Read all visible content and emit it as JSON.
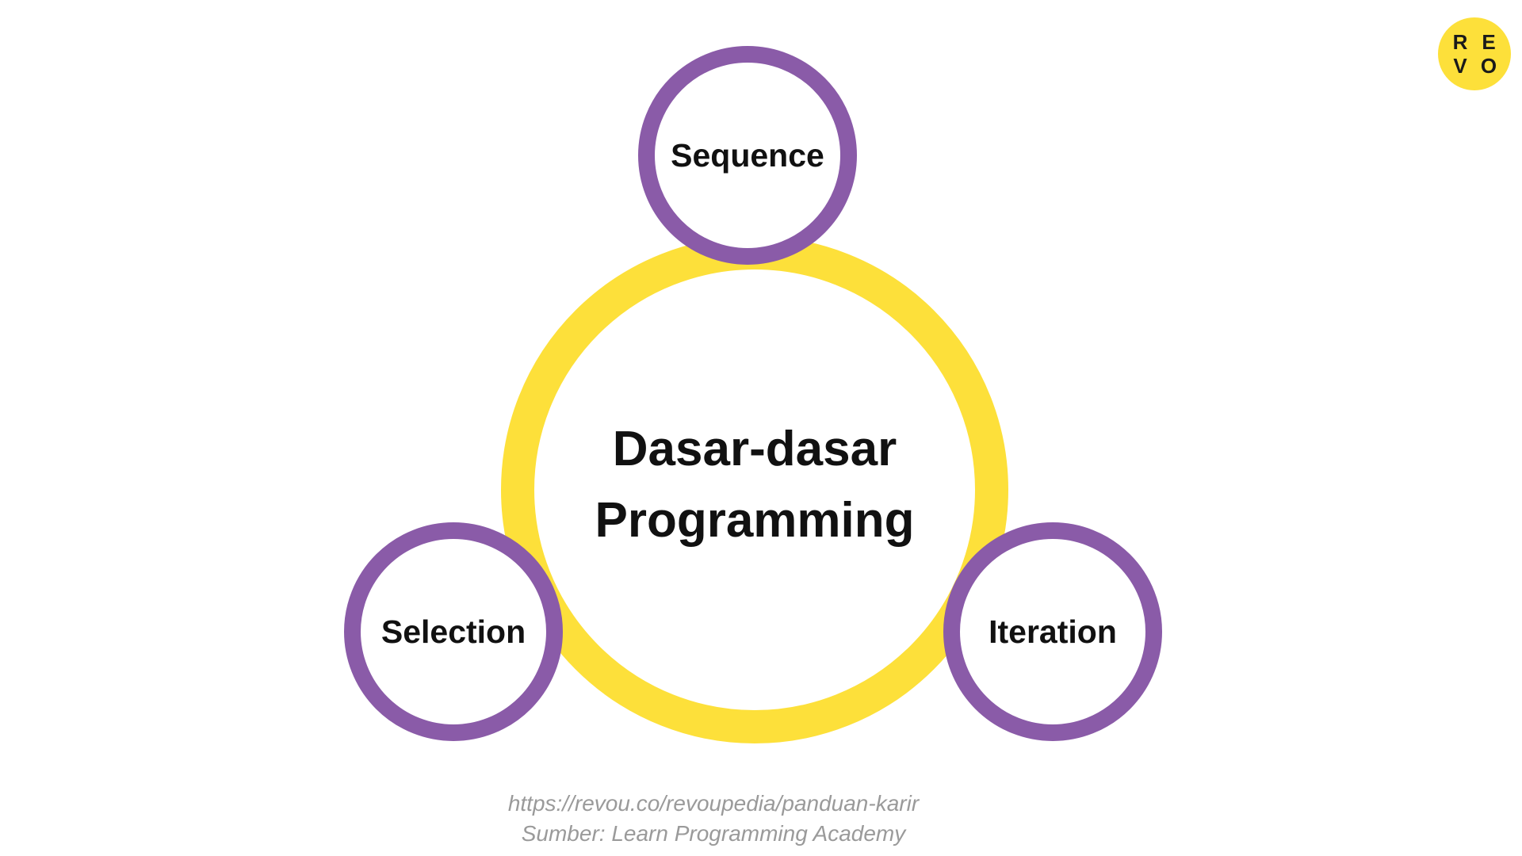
{
  "diagram": {
    "center": {
      "line1": "Dasar-dasar",
      "line2": "Programming"
    },
    "nodes": {
      "sequence": "Sequence",
      "selection": "Selection",
      "iteration": "Iteration"
    }
  },
  "logo": {
    "letters": [
      "R",
      "E",
      "V",
      "O"
    ]
  },
  "footer": {
    "url": "https://revou.co/revoupedia/panduan-karir",
    "credit": "Sumber: Learn Programming Academy"
  },
  "colors": {
    "ring": "#fde03a",
    "node_border": "#8a5ba8",
    "text": "#111111",
    "footer_text": "#9a9a9a",
    "logo_bg": "#fde03a"
  }
}
